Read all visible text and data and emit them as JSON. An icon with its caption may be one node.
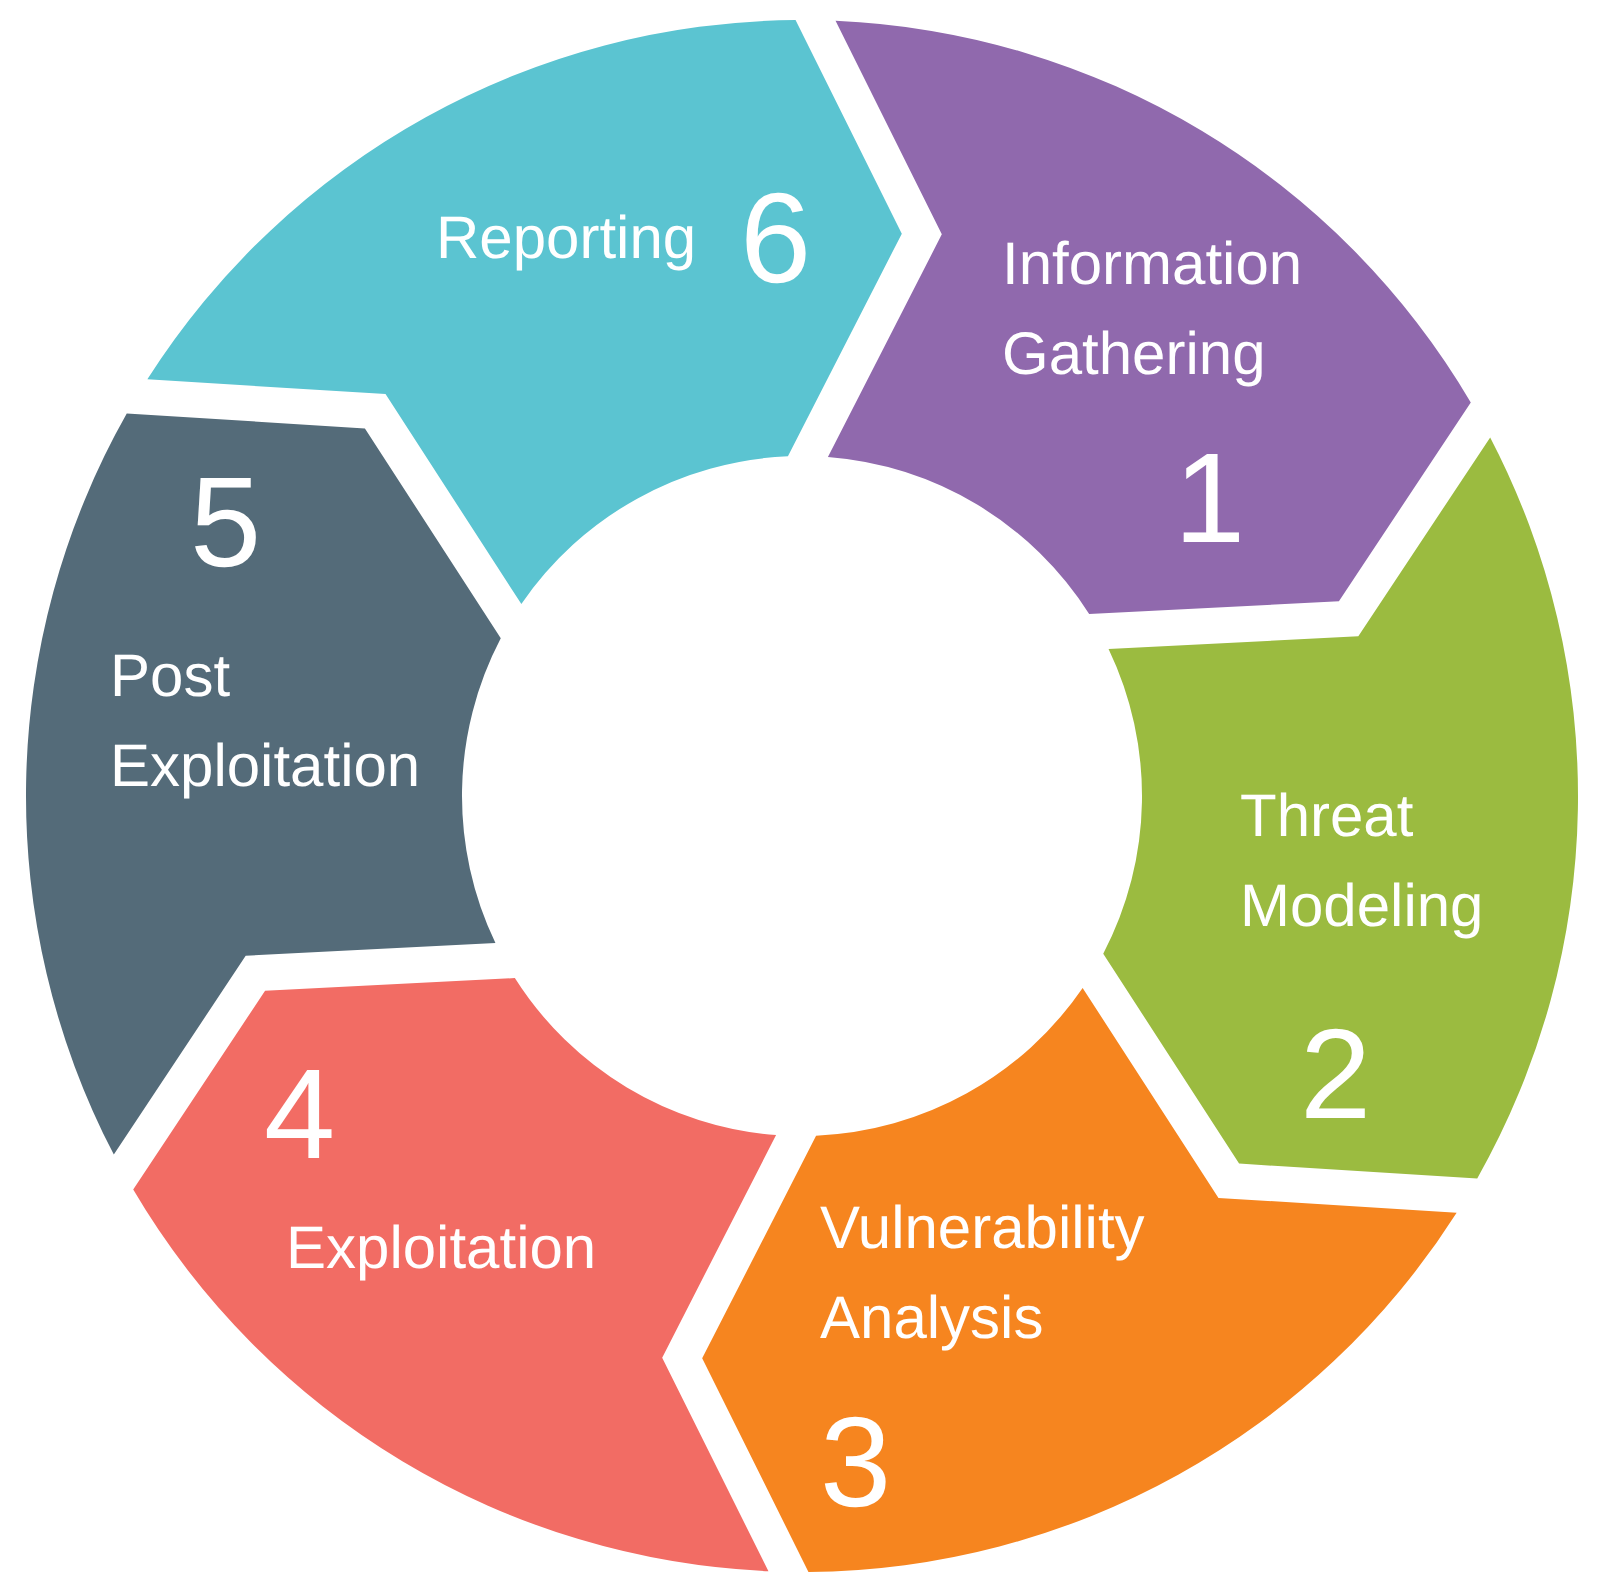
{
  "diagram": {
    "nodes": [
      {
        "text": [
          "Information Gathering",
          "1"
        ]
      },
      {
        "text": [
          "Threat Modeling",
          "2"
        ]
      },
      {
        "text": [
          "Vulnerability Analysis",
          "3"
        ]
      },
      {
        "text": [
          "4",
          "Exploitation"
        ]
      },
      {
        "text": [
          "5",
          "Post Exploitation"
        ]
      },
      {
        "text": [
          "Reporting",
          "6"
        ]
      }
    ]
  }
}
